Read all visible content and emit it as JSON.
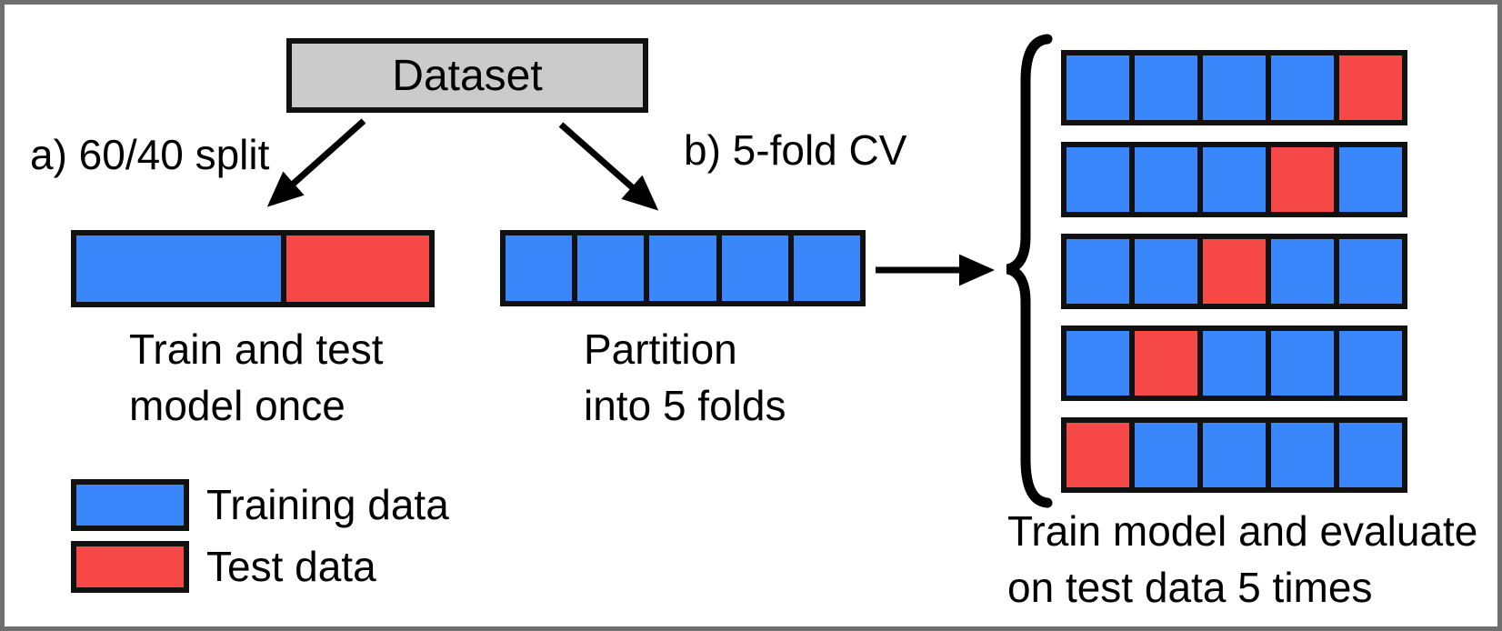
{
  "figure": {
    "dataset_label": "Dataset",
    "branch_a_label": "a) 60/40 split",
    "branch_b_label": "b) 5-fold CV",
    "split_caption_line1": "Train and test",
    "split_caption_line2": "model once",
    "partition_caption_line1": "Partition",
    "partition_caption_line2": "into 5 folds",
    "cv_caption_line1": "Train model and evaluate",
    "cv_caption_line2": "on test data 5 times"
  },
  "split_bar": {
    "segments": [
      {
        "type": "train",
        "percent": 59
      },
      {
        "type": "test",
        "percent": 41
      }
    ]
  },
  "partition_bar": {
    "cells": [
      "train",
      "train",
      "train",
      "train",
      "train"
    ]
  },
  "cv_grid": {
    "rows": [
      [
        "train",
        "train",
        "train",
        "train",
        "test"
      ],
      [
        "train",
        "train",
        "train",
        "test",
        "train"
      ],
      [
        "train",
        "train",
        "test",
        "train",
        "train"
      ],
      [
        "train",
        "test",
        "train",
        "train",
        "train"
      ],
      [
        "test",
        "train",
        "train",
        "train",
        "train"
      ]
    ]
  },
  "legend": {
    "items": [
      {
        "type": "train",
        "label": "Training data"
      },
      {
        "type": "test",
        "label": "Test data"
      }
    ]
  },
  "colors": {
    "train": "#3a87fb",
    "test": "#f64846",
    "dataset_fill": "#cbcbcb",
    "cell_border": "#111111",
    "frame_border": "#6f6f6f",
    "arrow": "#000000"
  }
}
